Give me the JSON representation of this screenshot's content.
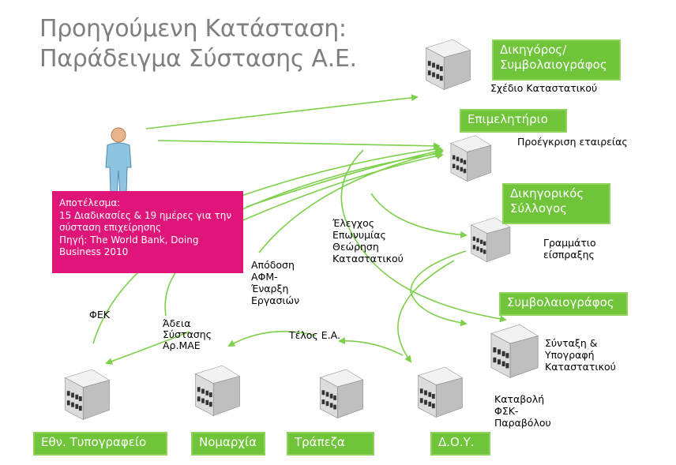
{
  "title": {
    "line1": "Προηγούμενη Κατάσταση:",
    "line2": "Παράδειγμα Σύστασης Α.Ε."
  },
  "result_box": {
    "label": "Αποτέλεσμα:",
    "line1": "15 Διαδικασίες & 19 ημέρες για την",
    "line2": "σύσταση επιχείρησης",
    "source_label": "Πηγή: The World Bank, Doing",
    "source_line2": "Business 2010"
  },
  "entities": {
    "lawyer_notary": {
      "line1": "Δικηγόρος/",
      "line2": "Συμβολαιογράφος",
      "caption": "Σχέδιο Καταστατικού"
    },
    "chamber": {
      "label": "Επιμελητήριο",
      "caption": "Προέγκριση εταιρείας"
    },
    "bar_association": {
      "line1": "Δικηγορικός",
      "line2": "Σύλλογος",
      "caption_line1": "Γραμμάτιο",
      "caption_line2": "είσπραξης"
    },
    "notary": {
      "label": "Συμβολαιογράφος",
      "caption_line1": "Σύνταξη &",
      "caption_line2": "Υπογραφή",
      "caption_line3": "Καταστατικού"
    },
    "tax_office": {
      "label": "Δ.Ο.Υ.",
      "caption_line1": "Καταβολή",
      "caption_line2": "ΦΣΚ-",
      "caption_line3": "Παραβόλου"
    },
    "bank": {
      "label": "Τράπεζα"
    },
    "prefecture": {
      "label": "Νομαρχία"
    },
    "national_printing": {
      "label": "Εθν. Τυπογραφείο"
    }
  },
  "annotations": {
    "name_check": {
      "line1": "Έλεγχος",
      "line2": "Επωνυμίας",
      "line3": "Θεώρηση",
      "line4": "Καταστατικού"
    },
    "afm": {
      "line1": "Απόδοση",
      "line2": "ΑΦΜ-",
      "line3": "Έναρξη",
      "line4": "Εργασιών"
    },
    "fek": "ΦΕΚ",
    "permit": {
      "line1": "Άδεια",
      "line2": "Σύστασης",
      "line3": "Αρ.ΜΑΕ"
    },
    "capital_tax": "Τέλος Ε.Α."
  },
  "colors": {
    "title": "#7f7f7f",
    "green_box": "#70c43a",
    "arrow": "#7dd04a",
    "result_box": "#e0157a",
    "person": "#8ec4e0"
  },
  "icons": [
    "person-icon",
    "office-building-icon"
  ]
}
